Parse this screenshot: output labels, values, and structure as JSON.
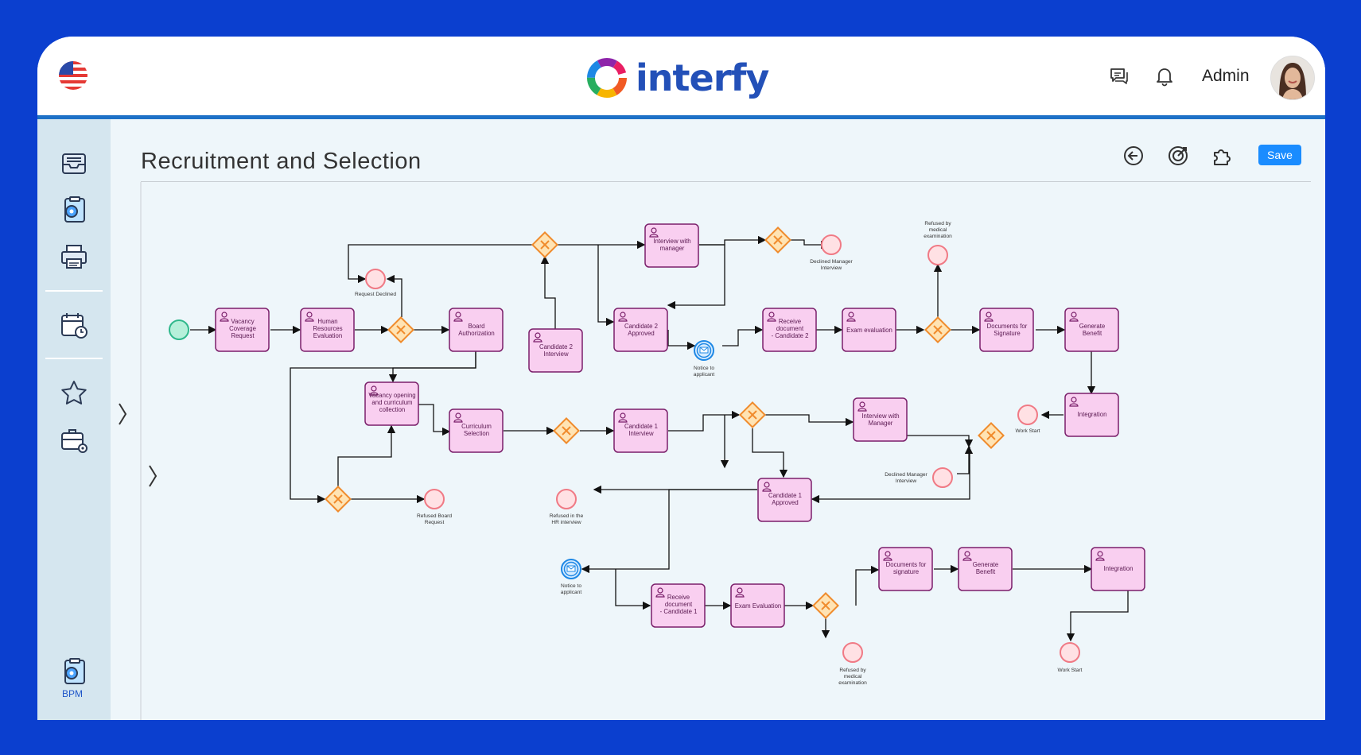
{
  "app": {
    "logo_text": "interfy",
    "user_name": "Admin"
  },
  "sidebar": {
    "bpm_label": "BPM"
  },
  "page": {
    "title": "Recruitment and Selection",
    "save_label": "Save"
  },
  "diagram": {
    "tasks": {
      "t1": [
        "Vacancy",
        "Coverage",
        "Request"
      ],
      "t2": [
        "Human",
        "Resources",
        "Evaluation"
      ],
      "t3": [
        "Board",
        "Authorization"
      ],
      "t4": [
        "Candidate 2",
        "Interview"
      ],
      "t5": [
        "Interview with",
        "manager"
      ],
      "t6": [
        "Candidate 2",
        "Approved"
      ],
      "t7": [
        "Receive",
        "document",
        "- Candidate 2"
      ],
      "t8": [
        "Exam evaluation"
      ],
      "t9": [
        "Documents for",
        "Signature"
      ],
      "t10": [
        "Generate",
        "Benefit"
      ],
      "t11": [
        "Vacancy opening",
        "and curriculum",
        "collection"
      ],
      "t12": [
        "Curriculum",
        "Selection"
      ],
      "t13": [
        "Candidate 1",
        "Interview"
      ],
      "t14": [
        "Interview with",
        "Manager"
      ],
      "t15": [
        "Integration"
      ],
      "t16": [
        "Candidate 1",
        "Approved"
      ],
      "t17": [
        "Receive",
        "document",
        "- Candidate 1"
      ],
      "t18": [
        "Exam Evaluation"
      ],
      "t19": [
        "Documents for",
        "signature"
      ],
      "t20": [
        "Generate",
        "Benefit"
      ],
      "t21": [
        "Integration"
      ]
    },
    "events": {
      "e1": [
        "Request Declined"
      ],
      "e2": [
        "Declined Manager",
        "Interview"
      ],
      "e3": [
        "Refused by",
        "medical",
        "examination"
      ],
      "e4": [
        "Notice to",
        "applicant"
      ],
      "e5": [
        "Work Start"
      ],
      "e6": [
        "Declined Manager",
        "Interview"
      ],
      "e7": [
        "Refused Board",
        "Request"
      ],
      "e8": [
        "Refused in the",
        "HR interview"
      ],
      "e9": [
        "Notice to",
        "applicant"
      ],
      "e10": [
        "Refused by",
        "medical",
        "examination"
      ],
      "e11": [
        "Work Start"
      ]
    }
  }
}
